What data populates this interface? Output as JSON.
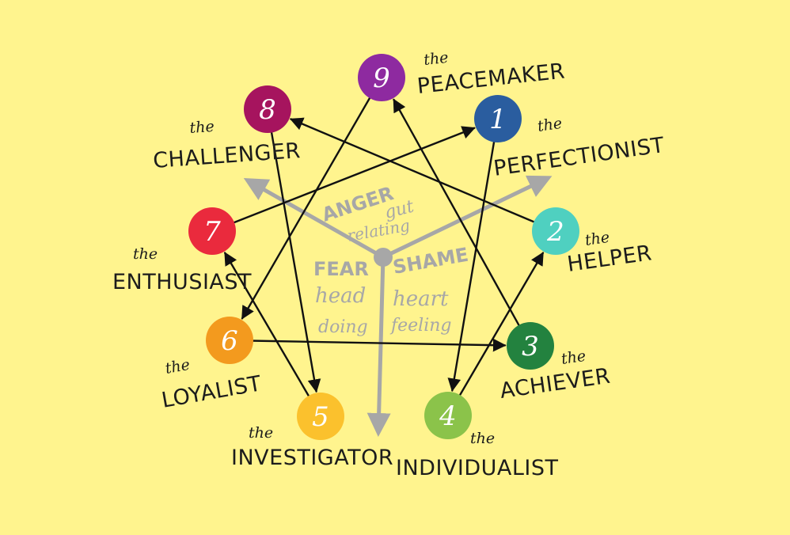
{
  "colors": {
    "background": "#fff48e",
    "line": "#111111",
    "center": "#a7a7a7"
  },
  "types": [
    {
      "num": "1",
      "the": "the",
      "name": "PERFECTIONIST",
      "color": "#2a5d9f"
    },
    {
      "num": "2",
      "the": "the",
      "name": "HELPER",
      "color": "#4fd0c0"
    },
    {
      "num": "3",
      "the": "the",
      "name": "ACHIEVER",
      "color": "#23823f"
    },
    {
      "num": "4",
      "the": "the",
      "name": "INDIVIDUALIST",
      "color": "#8bc34a"
    },
    {
      "num": "5",
      "the": "the",
      "name": "INVESTIGATOR",
      "color": "#fbc12d"
    },
    {
      "num": "6",
      "the": "the",
      "name": "LOYALIST",
      "color": "#f39a1e"
    },
    {
      "num": "7",
      "the": "the",
      "name": "ENTHUSIAST",
      "color": "#ea2a3d"
    },
    {
      "num": "8",
      "the": "the",
      "name": "CHALLENGER",
      "color": "#a6145e"
    },
    {
      "num": "9",
      "the": "the",
      "name": "PEACEMAKER",
      "color": "#8e2aa0"
    }
  ],
  "arrows": [
    {
      "from": "1",
      "to": "4"
    },
    {
      "from": "4",
      "to": "2"
    },
    {
      "from": "2",
      "to": "8"
    },
    {
      "from": "8",
      "to": "5"
    },
    {
      "from": "5",
      "to": "7"
    },
    {
      "from": "7",
      "to": "1"
    },
    {
      "from": "9",
      "to": "6"
    },
    {
      "from": "6",
      "to": "3"
    },
    {
      "from": "3",
      "to": "9"
    }
  ],
  "centers": {
    "anger": "ANGER",
    "gut": "gut",
    "relating": "relating",
    "fear": "FEAR",
    "head": "head",
    "doing": "doing",
    "shame": "SHAME",
    "heart": "heart",
    "feeling": "feeling"
  }
}
